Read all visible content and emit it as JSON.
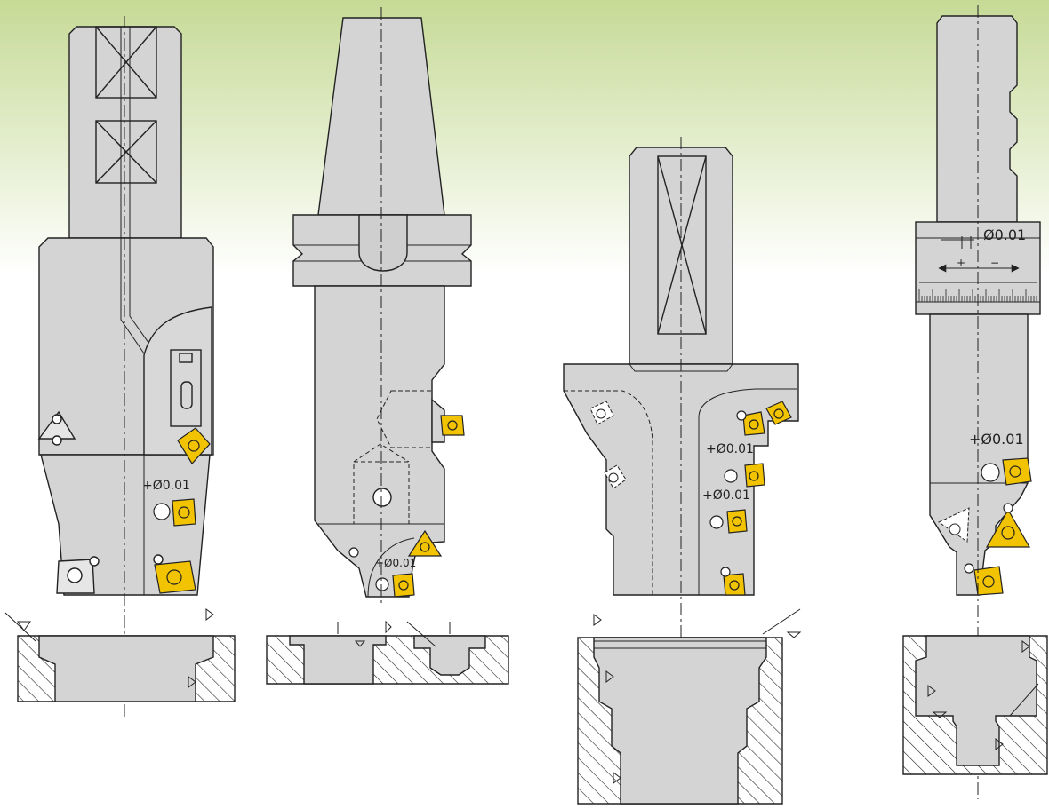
{
  "colors": {
    "background_top": "#c9dc9a",
    "background_bottom": "#ffffff",
    "tool_body": "#d4d4d4",
    "tool_outline": "#222222",
    "insert": "#f2c300",
    "hatch": "#222222"
  },
  "annotations": {
    "tool1_tolerance": "+Ø0.01",
    "tool2_tolerance": "+Ø0.01",
    "tool3_tolerance_upper": "+Ø0.01",
    "tool3_tolerance_lower": "+Ø0.01",
    "tool4_scale_value": "Ø0.01",
    "tool4_scale_plus": "+",
    "tool4_scale_minus": "−",
    "tool4_tolerance": "+Ø0.01"
  }
}
